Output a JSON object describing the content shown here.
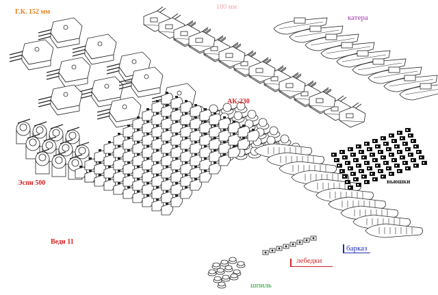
{
  "labels": {
    "gk": "Г.К. 152 мм",
    "mm100": "100 мм",
    "katera": "катера",
    "ak230": "АК-230",
    "espi": "Эспи 500",
    "vyushki": "вьюшки",
    "vedi": "Веди 11",
    "barkaz": "барказ",
    "lebedki": "лебедки",
    "shpil": "шпиль"
  },
  "colors": {
    "gk": "#e8801a",
    "mm100": "#f2a6b0",
    "katera": "#9b3aa8",
    "ak230": "#d52020",
    "espi": "#d52020",
    "vyushki": "#111111",
    "vedi": "#d52020",
    "barkaz": "#1e2ab5",
    "lebedki": "#d52020",
    "shpil": "#22a02a",
    "line": "#222222"
  },
  "groups": {
    "turrets_152": 9,
    "mounts_100": 24,
    "katera": 9,
    "ak230": 36,
    "espi500": 12,
    "vedi11": 100,
    "barkaz": 10,
    "vyushki": 70,
    "lebedki": 8,
    "shpil": 12
  }
}
